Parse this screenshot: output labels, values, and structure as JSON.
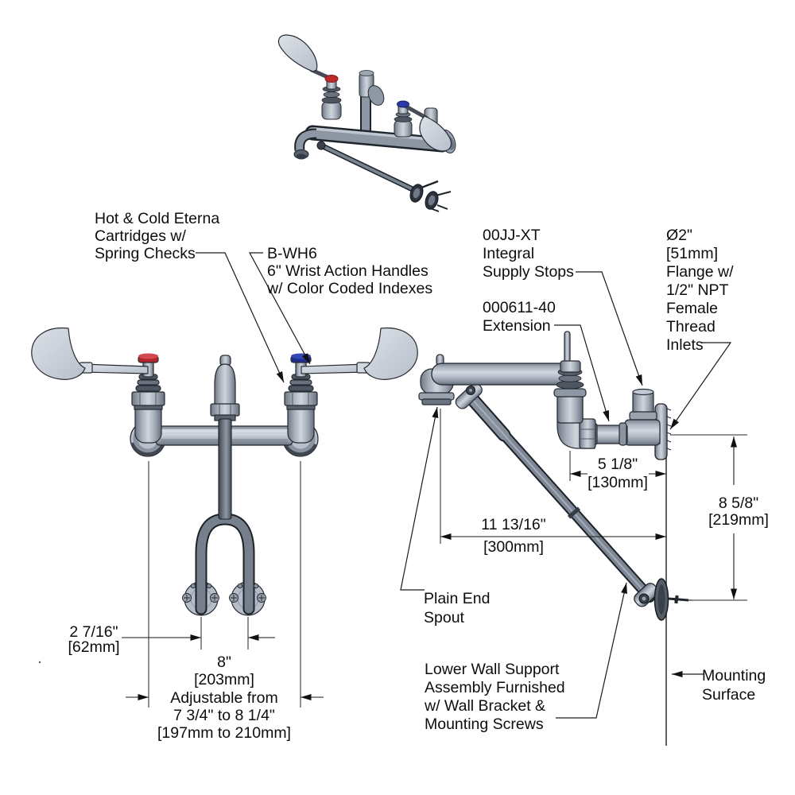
{
  "colors": {
    "background": "#ffffff",
    "line": "#1a1a1a",
    "metal_light": "#d2d7de",
    "metal_mid": "#b3bac6",
    "metal_dark": "#6b7480",
    "hot_index": "#c0282c",
    "cold_index": "#2a3aa8"
  },
  "annotations": {
    "cartridges": [
      "Hot & Cold Eterna",
      "Cartridges w/",
      "Spring Checks"
    ],
    "handles": [
      "B-WH6",
      "6\" Wrist Action Handles",
      "w/ Color Coded Indexes"
    ],
    "supply_stops": [
      "00JJ-XT",
      "Integral",
      "Supply Stops"
    ],
    "extension": [
      "000611-40",
      "Extension"
    ],
    "flange": [
      "Ø2\"",
      "[51mm]",
      "Flange w/",
      "1/2\" NPT",
      "Female",
      "Thread",
      "Inlets"
    ],
    "plain_end_spout": [
      "Plain End",
      "Spout"
    ],
    "lower_support": [
      "Lower Wall Support",
      "Assembly Furnished",
      "w/ Wall Bracket &",
      "Mounting Screws"
    ],
    "mounting_surface": [
      "Mounting",
      "Surface"
    ]
  },
  "dimensions": {
    "flange_spacing": [
      "2 7/16\"",
      "[62mm]"
    ],
    "center_spacing": [
      "8\"",
      "[203mm]",
      "Adjustable from",
      "7 3/4\" to 8 1/4\"",
      "[197mm to 210mm]"
    ],
    "stop_depth": [
      "5 1/8\"",
      "[130mm]"
    ],
    "spout_reach": [
      "11 13/16\"",
      "[300mm]"
    ],
    "support_drop": [
      "8 5/8\"",
      "[219mm]"
    ]
  }
}
